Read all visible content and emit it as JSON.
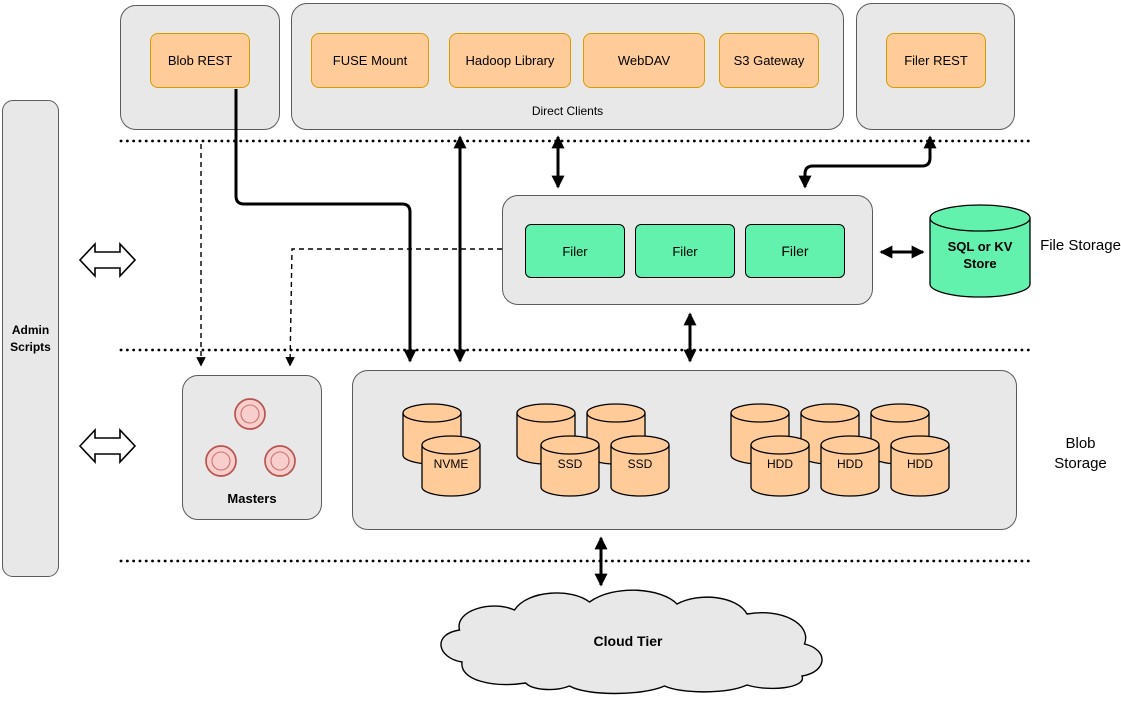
{
  "admin": {
    "label": "Admin Scripts"
  },
  "top_row": {
    "blob_rest_label": "Blob REST",
    "direct_clients_label": "Direct Clients",
    "clients": [
      "FUSE Mount",
      "Hadoop Library",
      "WebDAV",
      "S3 Gateway"
    ],
    "filer_rest_label": "Filer REST"
  },
  "file_storage": {
    "filers": [
      "Filer",
      "Filer",
      "Filer"
    ],
    "kv_store_label": "SQL or KV Store",
    "section_label": "File Storage"
  },
  "blob_storage": {
    "masters_label": "Masters",
    "nvme_label": "NVME",
    "ssd_labels": [
      "SSD",
      "SSD"
    ],
    "hdd_labels": [
      "HDD",
      "HDD",
      "HDD"
    ],
    "section_label": "Blob Storage"
  },
  "cloud": {
    "label": "Cloud Tier"
  },
  "colors": {
    "container_gray": "#e8e8e8",
    "box_orange": "#ffcc99",
    "box_green": "#63f2ad",
    "circle_pink": "#f8cecc"
  }
}
